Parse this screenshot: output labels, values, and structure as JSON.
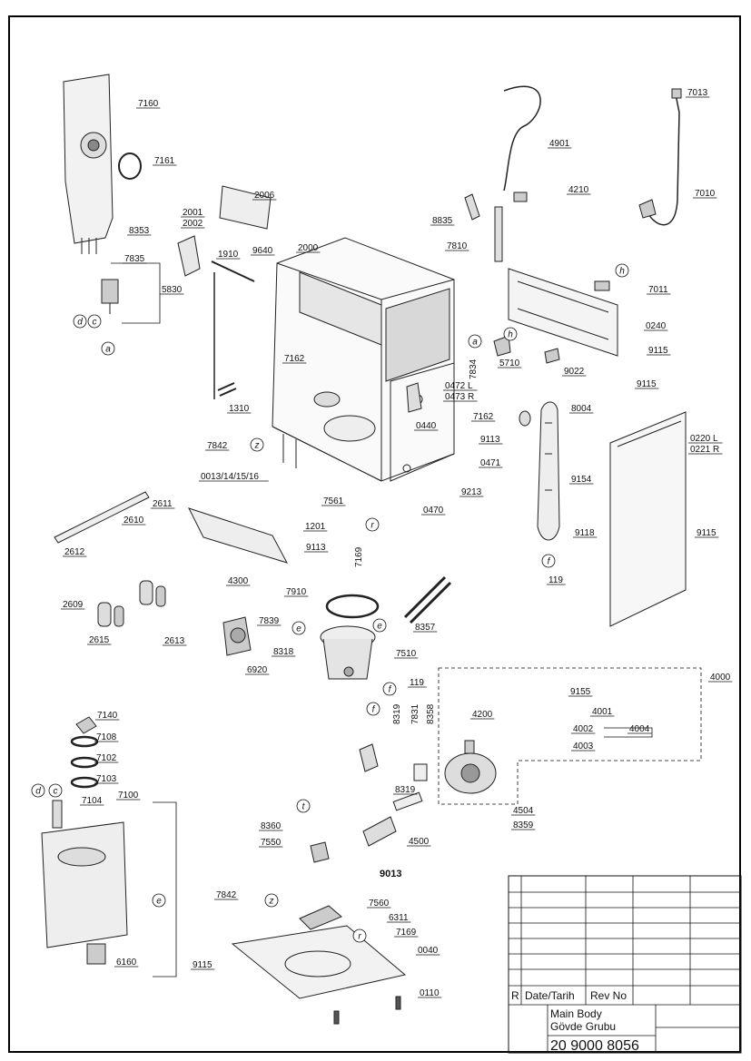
{
  "labels": [
    {
      "text": "7160"
    },
    {
      "text": "7161"
    },
    {
      "text": "8353"
    },
    {
      "text": "7835"
    },
    {
      "text": "5830"
    },
    {
      "text": "2001"
    },
    {
      "text": "2002"
    },
    {
      "text": "2006"
    },
    {
      "text": "1910"
    },
    {
      "text": "9640"
    },
    {
      "text": "2000"
    },
    {
      "text": "7162"
    },
    {
      "text": "1310"
    },
    {
      "text": "7842"
    },
    {
      "text": "0013/14/15/16"
    },
    {
      "text": "7561"
    },
    {
      "text": "7169"
    },
    {
      "text": "4901"
    },
    {
      "text": "4210"
    },
    {
      "text": "8835"
    },
    {
      "text": "7810"
    },
    {
      "text": "7013"
    },
    {
      "text": "7010"
    },
    {
      "text": "7011"
    },
    {
      "text": "0240"
    },
    {
      "text": "9115"
    },
    {
      "text": "5710"
    },
    {
      "text": "9022"
    },
    {
      "text": "7834"
    },
    {
      "text": "0472 L"
    },
    {
      "text": "0473 R"
    },
    {
      "text": "7162"
    },
    {
      "text": "0440"
    },
    {
      "text": "9113"
    },
    {
      "text": "0471"
    },
    {
      "text": "9213"
    },
    {
      "text": "0470"
    },
    {
      "text": "8004"
    },
    {
      "text": "9115"
    },
    {
      "text": "0220 L"
    },
    {
      "text": "0221 R"
    },
    {
      "text": "9154"
    },
    {
      "text": "9118"
    },
    {
      "text": "9115"
    },
    {
      "text": "119"
    },
    {
      "text": "2611"
    },
    {
      "text": "2610"
    },
    {
      "text": "2612"
    },
    {
      "text": "1201"
    },
    {
      "text": "9113"
    },
    {
      "text": "2609"
    },
    {
      "text": "2615"
    },
    {
      "text": "2613"
    },
    {
      "text": "4300"
    },
    {
      "text": "7910"
    },
    {
      "text": "7839"
    },
    {
      "text": "8357"
    },
    {
      "text": "8318"
    },
    {
      "text": "7510"
    },
    {
      "text": "6920"
    },
    {
      "text": "119"
    },
    {
      "text": "4000"
    },
    {
      "text": "9155"
    },
    {
      "text": "4001"
    },
    {
      "text": "4002"
    },
    {
      "text": "4004"
    },
    {
      "text": "4003"
    },
    {
      "text": "8319"
    },
    {
      "text": "7831"
    },
    {
      "text": "8358"
    },
    {
      "text": "4200"
    },
    {
      "text": "8319"
    },
    {
      "text": "4504"
    },
    {
      "text": "8359"
    },
    {
      "text": "8360"
    },
    {
      "text": "7550"
    },
    {
      "text": "4500"
    },
    {
      "text": "7140"
    },
    {
      "text": "7108"
    },
    {
      "text": "7102"
    },
    {
      "text": "7103"
    },
    {
      "text": "7104"
    },
    {
      "text": "7100"
    },
    {
      "text": "6160"
    },
    {
      "text": "9115"
    },
    {
      "text": "7842"
    },
    {
      "text": "7560"
    },
    {
      "text": "6311"
    },
    {
      "text": "7169"
    },
    {
      "text": "0040"
    },
    {
      "text": "0110"
    }
  ],
  "bold_label": "9013",
  "circle_markers": [
    {
      "text": "d"
    },
    {
      "text": "c"
    },
    {
      "text": "a"
    },
    {
      "text": "z"
    },
    {
      "text": "r"
    },
    {
      "text": "h"
    },
    {
      "text": "a"
    },
    {
      "text": "h"
    },
    {
      "text": "f"
    },
    {
      "text": "e"
    },
    {
      "text": "e"
    },
    {
      "text": "f"
    },
    {
      "text": "f"
    },
    {
      "text": "t"
    },
    {
      "text": "d"
    },
    {
      "text": "c"
    },
    {
      "text": "e"
    },
    {
      "text": "z"
    },
    {
      "text": "r"
    }
  ],
  "title_block": {
    "rev_letter": "R",
    "date_header": "Date/Tarih",
    "rev_header": "Rev No",
    "title_en": "Main Body",
    "title_tr": "Gövde Grubu",
    "drawing_number": "20 9000 8056"
  }
}
